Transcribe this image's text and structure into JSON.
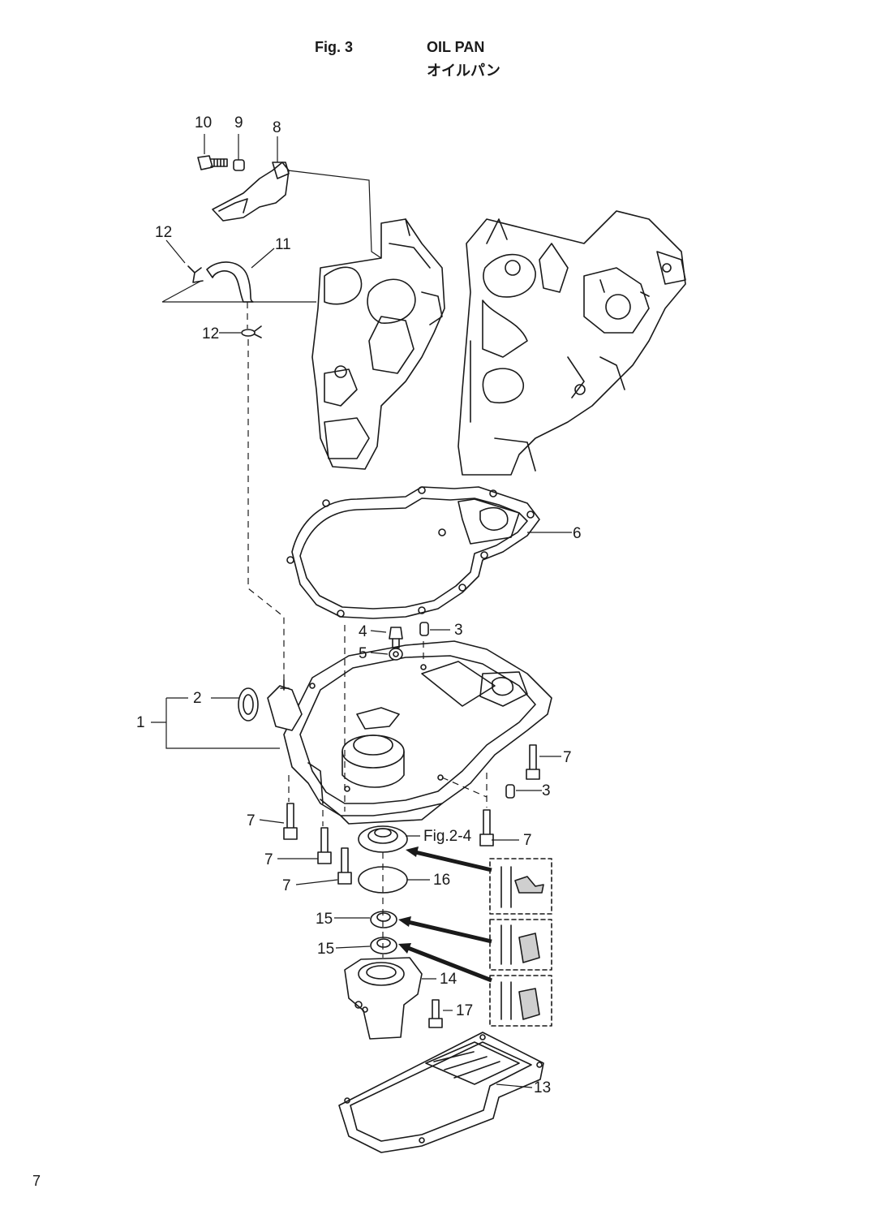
{
  "header": {
    "fig_number": "Fig. 3",
    "title": "OIL PAN",
    "title_jp": "オイルパン"
  },
  "callouts": {
    "c10": "10",
    "c9": "9",
    "c8": "8",
    "c12a": "12",
    "c11": "11",
    "c12b": "12",
    "c6": "6",
    "c4": "4",
    "c3a": "3",
    "c5": "5",
    "c2": "2",
    "c1": "1",
    "c7a": "7",
    "c3b": "3",
    "c7b": "7",
    "c7c": "7",
    "c7d": "7",
    "c7e": "7",
    "cfig24": "Fig.2-4",
    "c16": "16",
    "c15a": "15",
    "c15b": "15",
    "c14": "14",
    "c17": "17",
    "c13": "13"
  },
  "footer": {
    "page_number": "7"
  }
}
